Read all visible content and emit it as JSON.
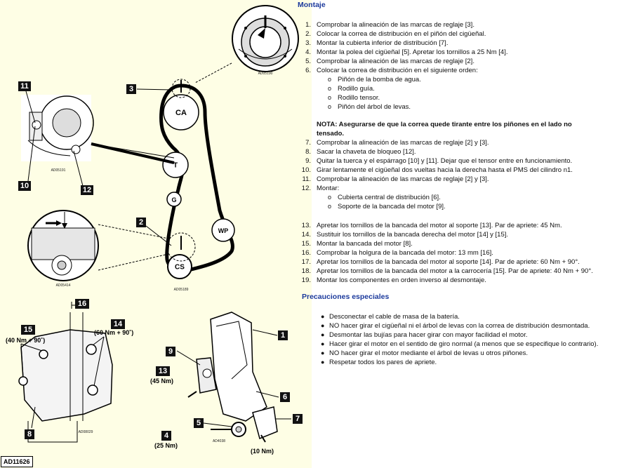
{
  "diagram": {
    "labels": {
      "l1": "1",
      "l2": "2",
      "l3": "3",
      "l4": "4",
      "l5": "5",
      "l6": "6",
      "l7": "7",
      "l8": "8",
      "l9": "9",
      "l10": "10",
      "l11": "11",
      "l12": "12",
      "l13": "13",
      "l14": "14",
      "l15": "15",
      "l16": "16"
    },
    "pulleys": {
      "ca": "CA",
      "t": "T",
      "g": "G",
      "wp": "WP",
      "cs": "CS"
    },
    "torques": {
      "t13": "(45 Nm)",
      "t14": "(60 Nm + 90˚)",
      "t15": "(40 Nm + 90˚)",
      "t4": "(25 Nm)",
      "t7": "(10 Nm)"
    },
    "codes": {
      "c1": "AD05190",
      "c2": "AD05191",
      "c3": "AD05414",
      "c4": "AD05189",
      "c5": "AD08029",
      "c6": "AD4038"
    },
    "doc_code": "AD11626"
  },
  "montaje": {
    "title": "Montaje",
    "steps_a": [
      {
        "n": "1.",
        "t": "Comprobar la alineación de las marcas de reglaje [3]."
      },
      {
        "n": "2.",
        "t": "Colocar la correa de distribución en el piñón del cigüeñal."
      },
      {
        "n": "3.",
        "t": "Montar la cubierta inferior de distribución [7]."
      },
      {
        "n": "4.",
        "t": "Montar la polea del cigüeñal [5]. Apretar los tornillos a 25 Nm [4]."
      },
      {
        "n": "5.",
        "t": "Comprobar la alineación de las marcas de reglaje [2]."
      },
      {
        "n": "6.",
        "t": "Colocar la correa de distribución en el siguiente orden:"
      }
    ],
    "order": [
      "Piñón de la bomba de agua.",
      "Rodillo guía.",
      "Rodillo tensor.",
      "Piñón del árbol de levas."
    ],
    "note_line1": "NOTA: Asegurarse de que la correa quede tirante entre los piñones en el lado no",
    "note_line2": "tensado.",
    "steps_b": [
      {
        "n": "7.",
        "t": "Comprobar la alineación de las marcas de reglaje [2] y [3]."
      },
      {
        "n": "8.",
        "t": "Sacar la chaveta de bloqueo [12]."
      },
      {
        "n": "9.",
        "t": "Quitar la tuerca y el espárrago [10] y [11]. Dejar que el tensor entre en funcionamiento."
      },
      {
        "n": "10.",
        "t": "Girar lentamente el cigüeñal dos vueltas hacia la derecha hasta el PMS del cilindro n1."
      },
      {
        "n": "11.",
        "t": "Comprobar la alineación de las marcas de reglaje [2] y [3]."
      },
      {
        "n": "12.",
        "t": "Montar:"
      }
    ],
    "mount": [
      "Cubierta central de distribución [6].",
      "Soporte de la bancada del motor [9]."
    ],
    "steps_c": [
      {
        "n": "13.",
        "t": "Apretar los tornillos de la bancada del motor al soporte [13]. Par de apriete: 45 Nm."
      },
      {
        "n": "14.",
        "t": "Sustituir los tornillos de la bancada derecha del motor [14] y [15]."
      },
      {
        "n": "15.",
        "t": "Montar la bancada del motor [8]."
      },
      {
        "n": "16.",
        "t": "Comprobar la holgura de la bancada del motor: 13 mm [16]."
      },
      {
        "n": "17.",
        "t": "Apretar los tornillos de la bancada del motor al soporte [14]. Par de apriete: 60 Nm + 90°."
      },
      {
        "n": "18.",
        "t": "Apretar los tornillos de la bancada del motor a la carrocería [15]. Par de apriete: 40 Nm + 90°."
      },
      {
        "n": "19.",
        "t": "Montar los componentes en orden inverso al desmontaje."
      }
    ]
  },
  "precauciones": {
    "title": "Precauciones especiales",
    "items": [
      "Desconectar el cable de masa de la batería.",
      "NO hacer girar el cigüeñal ni el árbol de levas con la correa de distribución desmontada.",
      "Desmontar las bujías para hacer girar con mayor facilidad el motor.",
      "Hacer girar el motor en el sentido de giro normal (a menos que se especifique lo contrario).",
      "NO hacer girar el motor mediante el árbol de levas u otros piñones.",
      "Respetar todos los pares de apriete."
    ]
  }
}
